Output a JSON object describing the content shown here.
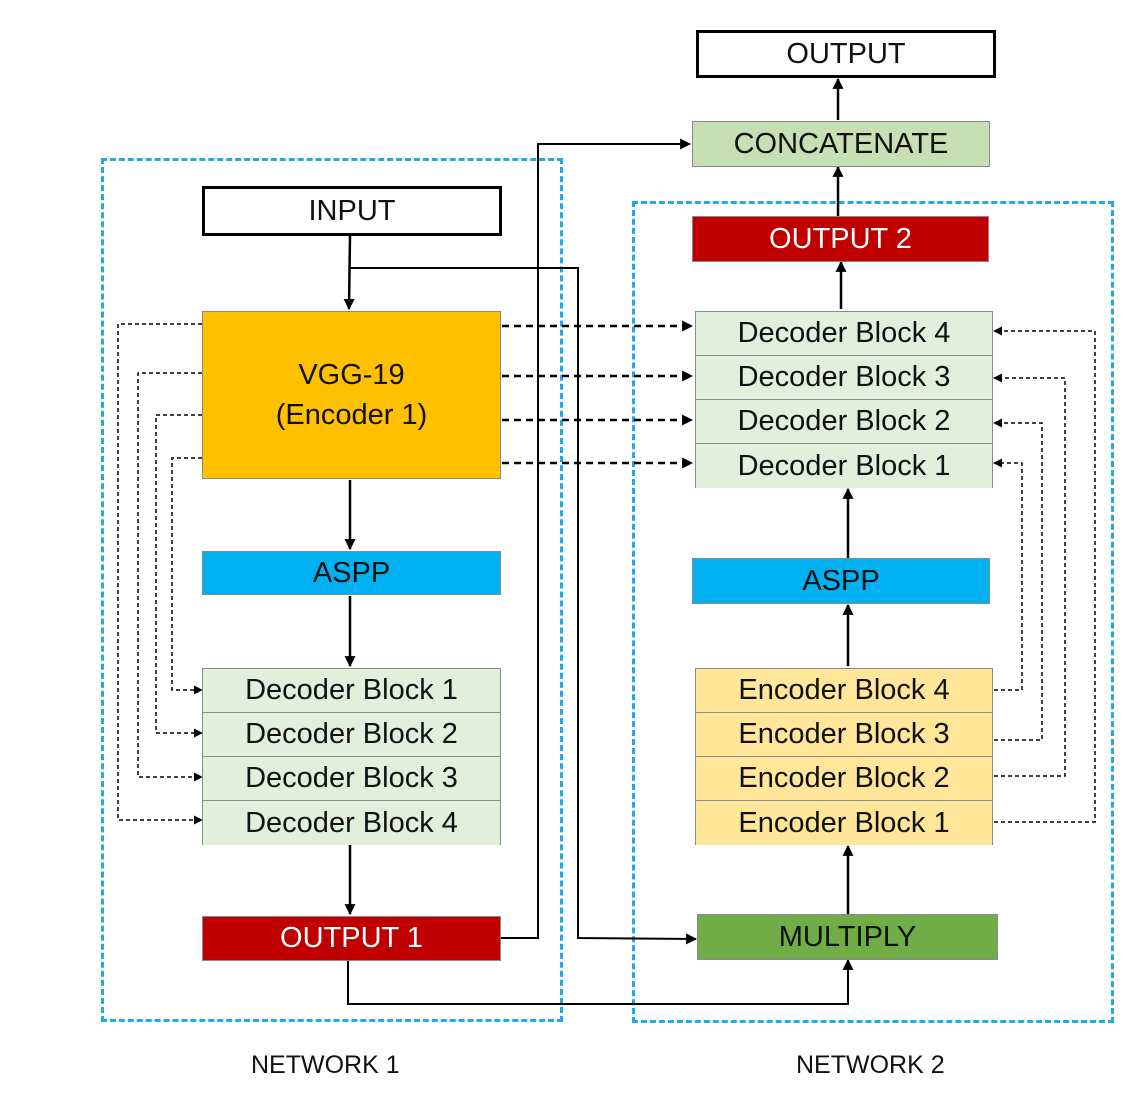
{
  "colors": {
    "network_border": "#1eaae7",
    "encoder": "#ffc000",
    "aspp": "#00b0f0",
    "output_red": "#c00000",
    "multiply": "#70ad47",
    "concatenate": "#c6e0b4",
    "decoder_block": "#e2efda",
    "encoder_block": "#ffe699"
  },
  "output": {
    "label": "OUTPUT"
  },
  "concatenate": {
    "label": "CONCATENATE"
  },
  "network1": {
    "caption": "NETWORK 1",
    "input": "INPUT",
    "encoder": {
      "line1": "VGG-19",
      "line2": "(Encoder 1)"
    },
    "aspp": "ASPP",
    "decoder_blocks": [
      "Decoder Block 1",
      "Decoder Block 2",
      "Decoder Block 3",
      "Decoder Block 4"
    ],
    "output": "OUTPUT 1"
  },
  "network2": {
    "caption": "NETWORK 2",
    "output": "OUTPUT 2",
    "decoder_blocks": [
      "Decoder Block 4",
      "Decoder Block 3",
      "Decoder Block 2",
      "Decoder Block 1"
    ],
    "aspp": "ASPP",
    "encoder_blocks": [
      "Encoder Block 4",
      "Encoder Block 3",
      "Encoder Block 2",
      "Encoder Block 1"
    ],
    "multiply": "MULTIPLY"
  }
}
